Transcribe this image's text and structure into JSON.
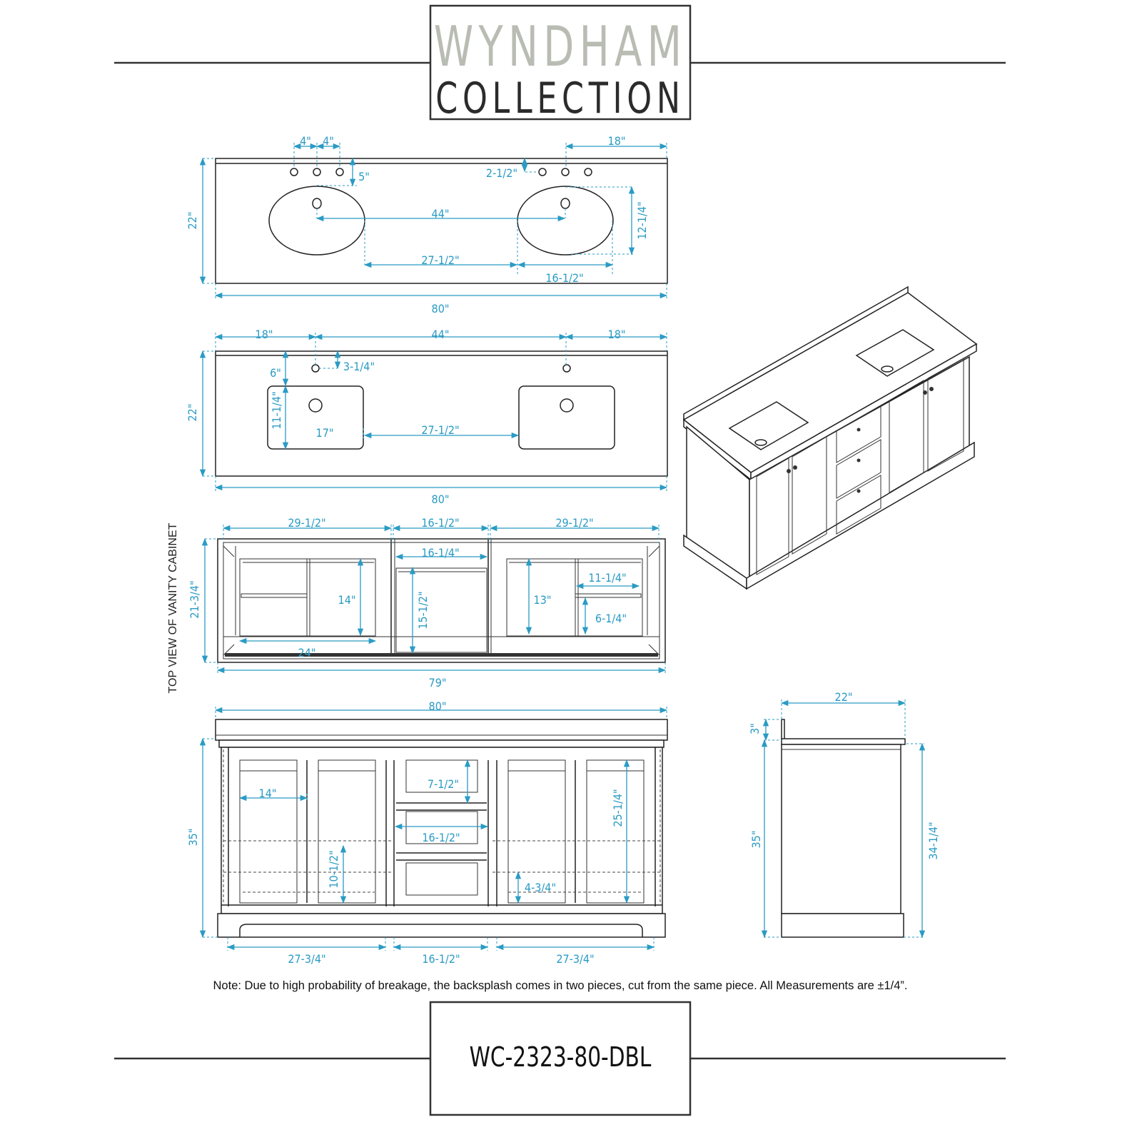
{
  "logo": {
    "line1": "WYNDHAM",
    "line2": "COLLECTION"
  },
  "model_number": "WC-2323-80-DBL",
  "note": "Note: Due to high probability of breakage, the backsplash comes in two pieces, cut from the same piece. All Measurements are ±1/4”.",
  "side_label": "TOP VIEW OF VANITY CABINET",
  "colors": {
    "dimension": "#2a9bc4",
    "logo_light": "#b9bcb3",
    "logo_dark": "#2b2b2b"
  },
  "views": {
    "oval_top": {
      "hole_spacing_1": "4\"",
      "hole_spacing_2": "4\"",
      "right_offset": "18\"",
      "faucet_depth": "5\"",
      "faucet_from_back": "2-1/2\"",
      "center_to_center": "44\"",
      "sink_depth": "12-1/4\"",
      "between_sinks": "27-1/2\"",
      "sink_width": "16-1/2\"",
      "depth": "22\"",
      "width": "80\""
    },
    "rect_top": {
      "left_offset": "18\"",
      "center_to_center": "44\"",
      "right_offset": "18\"",
      "sink_from_back": "6\"",
      "hole_from_back": "3-1/4\"",
      "sink_depth": "11-1/4\"",
      "sink_width": "17\"",
      "between_sinks": "27-1/2\"",
      "depth": "22\"",
      "width": "80\""
    },
    "cabinet_top": {
      "left_section": "29-1/2\"",
      "center_section": "16-1/2\"",
      "right_section": "29-1/2\"",
      "drawer_width": "16-1/4\"",
      "left_depth": "14\"",
      "drawer_depth": "15-1/2\"",
      "right_depth": "13\"",
      "shelf_width": "11-1/4\"",
      "shelf_depth": "6-1/4\"",
      "left_width": "24\"",
      "cabinet_depth": "21-3/4\"",
      "cabinet_width": "79\""
    },
    "front": {
      "width": "80\"",
      "height": "35\"",
      "door_opening": "14\"",
      "drawer_height": "7-1/2\"",
      "drawer_width": "16-1/2\"",
      "opening_height": "25-1/4\"",
      "shelf_height": "10-1/2\"",
      "toe_height": "4-3/4\"",
      "left_opening": "27-3/4\"",
      "center_opening": "16-1/2\"",
      "right_opening": "27-3/4\""
    },
    "side": {
      "depth": "22\"",
      "backsplash_height": "3\"",
      "height": "35\"",
      "cabinet_height": "34-1/4\""
    }
  }
}
